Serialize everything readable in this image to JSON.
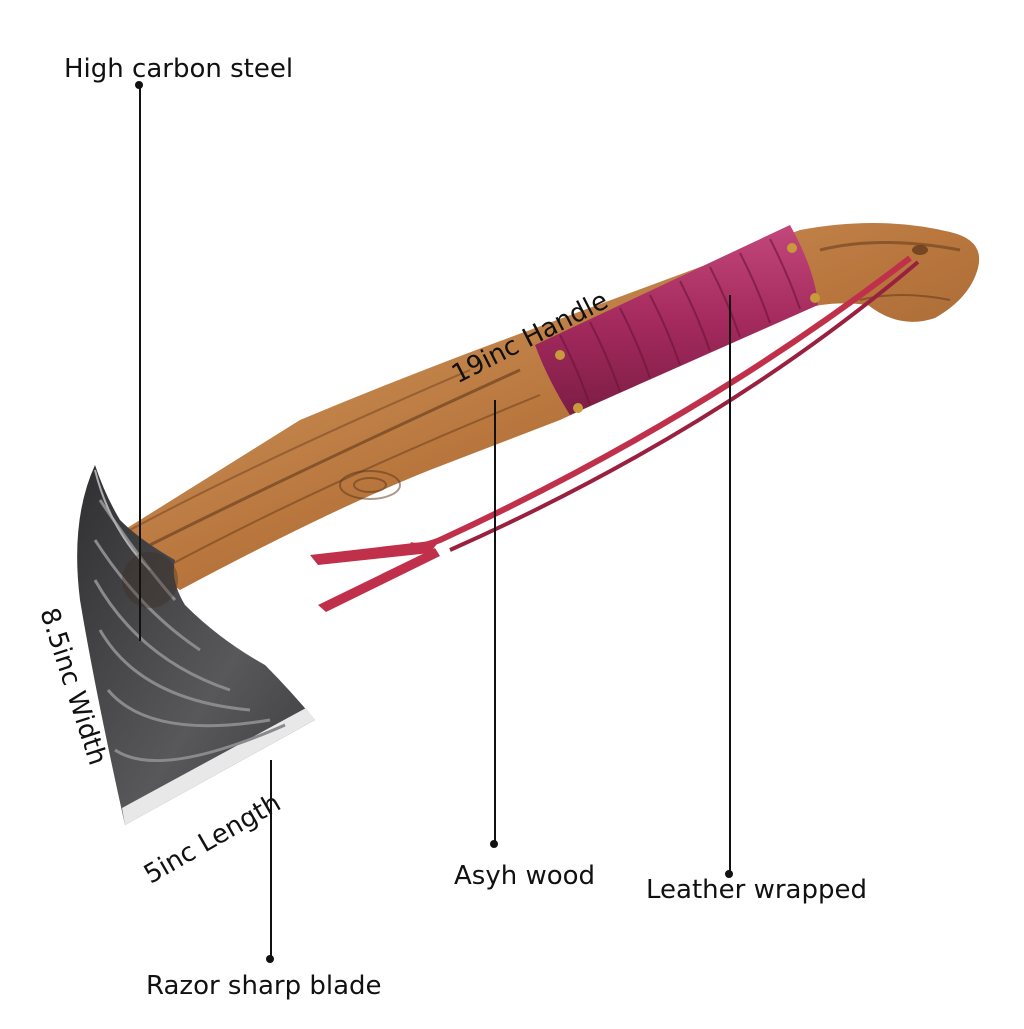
{
  "labels": {
    "steel": "High carbon steel",
    "handle_length": "19inc Handle",
    "width": "8.5inc Width",
    "blade_length": "5inc Length",
    "wood": "Asyh wood",
    "leather": "Leather wrapped",
    "blade": "Razor sharp blade"
  },
  "colors": {
    "wood": "#b5763d",
    "wood_dark": "#5a3318",
    "leather": "#a8285e",
    "leather_strap": "#c0304a",
    "steel": "#4a4a4c",
    "edge": "#e8e8e8"
  }
}
